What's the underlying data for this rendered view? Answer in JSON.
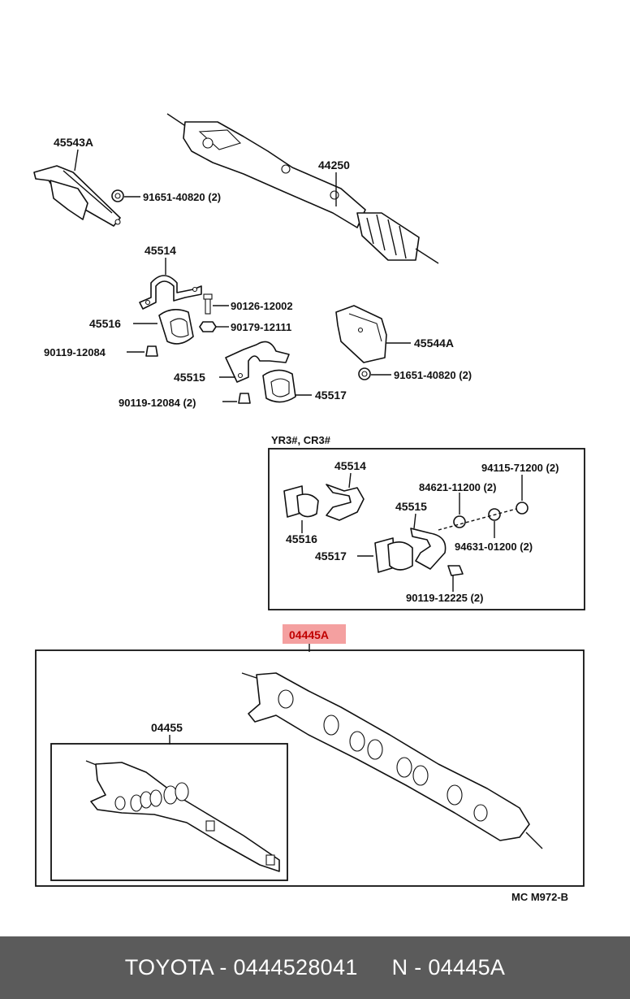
{
  "labels": {
    "p45543A": "45543A",
    "p44250": "44250",
    "p91651_a": "91651-40820 (2)",
    "p45514": "45514",
    "p90126": "90126-12002",
    "p45516": "45516",
    "p90179": "90179-12111",
    "p90119_a": "90119-12084",
    "p45544A": "45544A",
    "p45515": "45515",
    "p91651_b": "91651-40820 (2)",
    "p45517": "45517",
    "p90119_b": "90119-12084 (2)"
  },
  "inset": {
    "title": "YR3#, CR3#",
    "p45514": "45514",
    "p94115": "94115-71200 (2)",
    "p84621": "84621-11200 (2)",
    "p45515": "45515",
    "p45516": "45516",
    "p45517": "45517",
    "p94631": "94631-01200 (2)",
    "p90119": "90119-12225 (2)"
  },
  "assembly": {
    "highlighted": "04445A",
    "sub": "04455",
    "ref": "MC M972-B"
  },
  "footer": {
    "left": "TOYOTA - 0444528041",
    "right": "N - 04445A"
  },
  "colors": {
    "highlight_fill": "#f4a0a0",
    "highlight_text": "#c00000",
    "footer_bg": "#5b5b5b"
  }
}
